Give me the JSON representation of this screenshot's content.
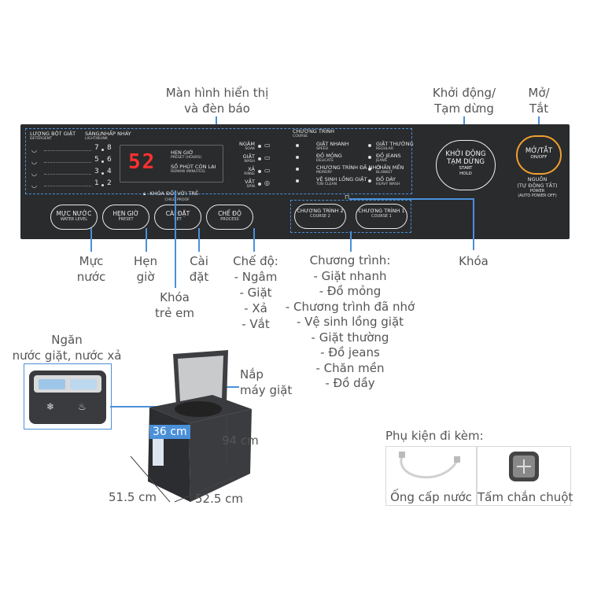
{
  "callouts": {
    "display": [
      "Màn hình hiển thị",
      "và đèn báo"
    ],
    "start": [
      "Khởi động/",
      "Tạm dừng"
    ],
    "power": [
      "Mở/",
      "Tắt"
    ],
    "water_level": [
      "Mực",
      "nước"
    ],
    "preset": [
      "Hẹn",
      "giờ"
    ],
    "set": [
      "Cài",
      "đặt"
    ],
    "child_lock": [
      "Khóa",
      "trẻ em"
    ],
    "process": [
      "Chế độ:",
      "- Ngâm",
      "- Giặt",
      "- Xả",
      "- Vắt"
    ],
    "course": [
      "Chương trình:",
      "- Giặt nhanh",
      "- Đồ mỏng",
      "- Chương trình đã nhớ",
      "- Vệ sinh lồng giặt",
      "- Giặt thường",
      "- Đồ jeans",
      "- Chăn mền",
      "- Đồ dầy"
    ],
    "lock": "Khóa",
    "detergent_box": [
      "Ngăn",
      "nước giặt, nước xả"
    ],
    "lid": [
      "Nắp",
      "máy giặt"
    ],
    "accessories_title": "Phụ kiện đi kèm:"
  },
  "panel": {
    "detergent_label": [
      "LƯỢNG BỘT GIẶT",
      "DETERGENT"
    ],
    "blink_label": [
      "SÁNG/NHẤP NHÁY",
      "LIGHT/BLINK"
    ],
    "level_rows": [
      {
        "a": "7",
        "b": "8"
      },
      {
        "a": "5",
        "b": "6"
      },
      {
        "a": "3",
        "b": "4"
      },
      {
        "a": "1",
        "b": "2"
      }
    ],
    "display_digits": "52",
    "preset_label": "HẸN GIỜ",
    "preset_sub": "PRESET (HOURS)",
    "remain_label": "SỐ PHÚT CÒN LẠI",
    "remain_sub": "REMAIN (MINUTES)",
    "child_lock_label": "KHÓA ĐỐI VỚI TRẺ",
    "child_lock_sub": "CHILD PROOF",
    "process_steps": [
      {
        "vi": "NGÂM",
        "en": "SOAK"
      },
      {
        "vi": "GIẶT",
        "en": "WASH"
      },
      {
        "vi": "XẢ",
        "en": "RINSE"
      },
      {
        "vi": "VẮT",
        "en": "SPIN"
      }
    ],
    "course_header": [
      "CHƯƠNG TRÌNH",
      "COURSE"
    ],
    "courses_left": [
      {
        "vi": "GIẶT NHANH",
        "en": "SPEED"
      },
      {
        "vi": "ĐỒ MỎNG",
        "en": "DELICATE"
      },
      {
        "vi": "CHƯƠNG TRÌNH ĐÃ NHỚ",
        "en": "MEMORY"
      },
      {
        "vi": "VỆ SINH LỒNG GIẶT",
        "en": "TUB CLEAN"
      }
    ],
    "courses_right": [
      {
        "vi": "GIẶT THƯỜNG",
        "en": "REGULAR"
      },
      {
        "vi": "ĐỒ JEANS",
        "en": "JEANS"
      },
      {
        "vi": "CHĂN MỀN",
        "en": "BLANKET"
      },
      {
        "vi": "ĐỒ DÀY",
        "en": "HEAVY WASH"
      }
    ],
    "buttons": {
      "water_level": {
        "vi": "MỰC NƯỚC",
        "en": "WATER LEVEL"
      },
      "preset": {
        "vi": "HẸN GIỜ",
        "en": "PRESET"
      },
      "set": {
        "vi": "CÀI ĐẶT",
        "en": "SET"
      },
      "process": {
        "vi": "CHẾ ĐỘ",
        "en": "PROCESS"
      },
      "course2": {
        "vi": "CHƯƠNG TRÌNH 2",
        "en": "COURSE 2"
      },
      "course1": {
        "vi": "CHƯƠNG TRÌNH 1",
        "en": "COURSE 1"
      },
      "start": {
        "vi1": "KHỞI ĐỘNG",
        "vi2": "TẠM DỪNG",
        "en1": "START",
        "en2": "HOLD"
      },
      "power": {
        "vi": "MỞ/TẮT",
        "en": "ON/OFF"
      }
    },
    "power_note": [
      "NGUỒN",
      "(TỰ ĐỘNG TẮT)",
      "POWER",
      "(AUTO POWER OFF)"
    ]
  },
  "dimensions": {
    "depth": "36 cm",
    "height": "94 cm",
    "width_left": "51.5 cm",
    "width_right": "52.5 cm"
  },
  "accessories": [
    {
      "label": "Ống cấp nước"
    },
    {
      "label": "Tấm chắn chuột"
    }
  ],
  "colors": {
    "panel": "#2a2b2d",
    "accent_blue": "#4a90d9",
    "display_red": "#ff3030",
    "power_ring": "#f0a030",
    "text_gray": "#555555"
  }
}
